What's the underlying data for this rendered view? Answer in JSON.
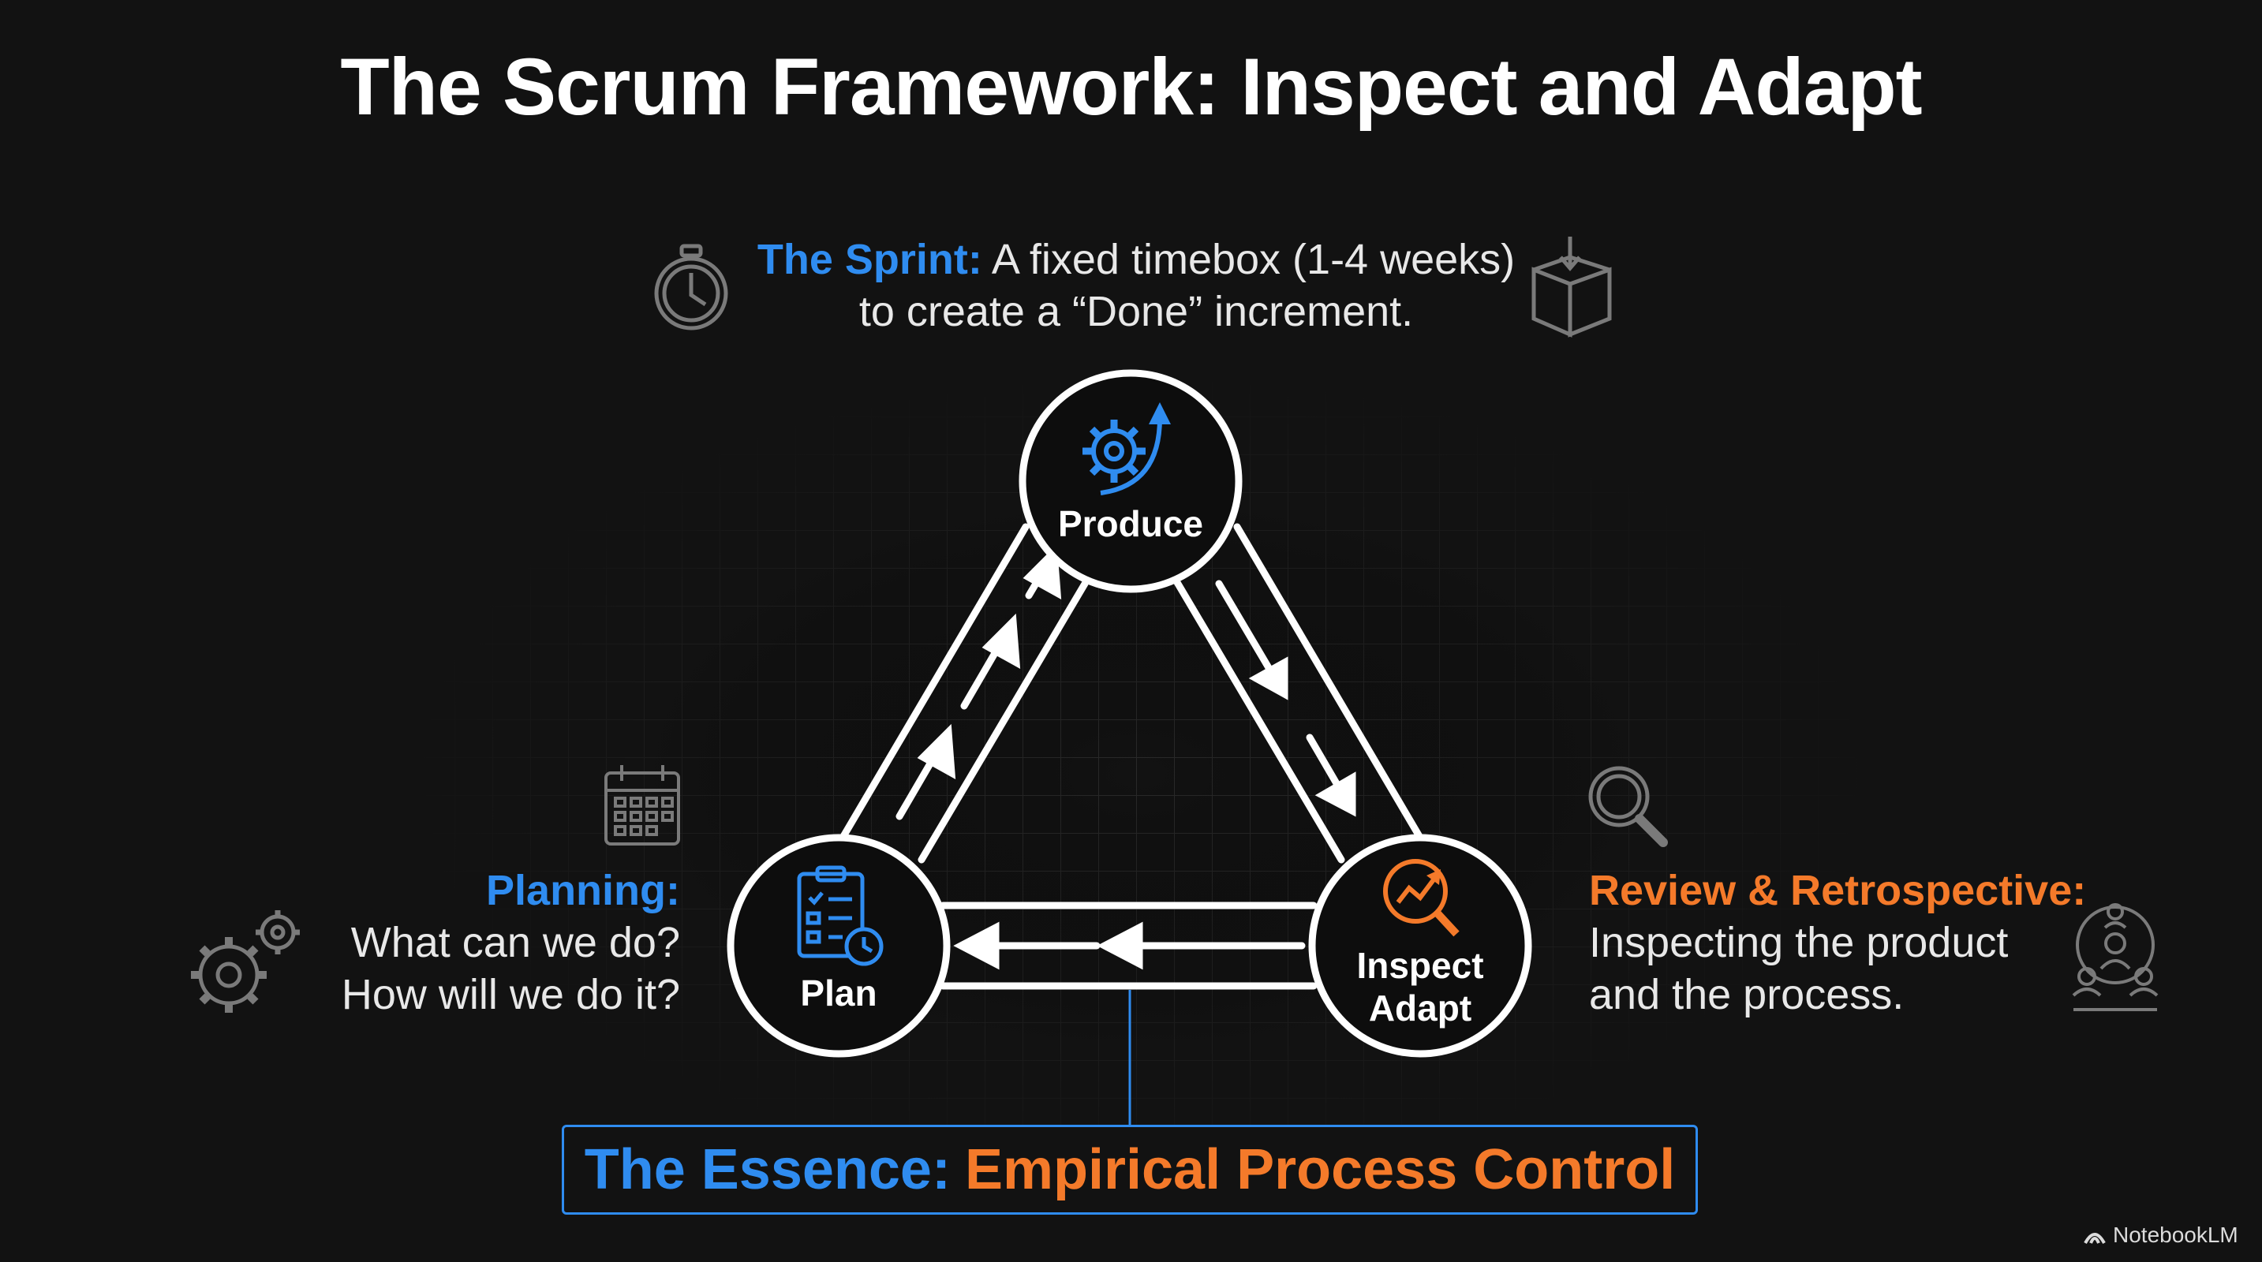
{
  "title": "The Scrum Framework: Inspect and Adapt",
  "sprint": {
    "label": "The Sprint:",
    "text": "A fixed timebox (1-4 weeks) to create a “Done” increment."
  },
  "nodes": {
    "produce": "Produce",
    "plan": "Plan",
    "inspect": "Inspect",
    "adapt": "Adapt"
  },
  "planning": {
    "label": "Planning:",
    "line1": "What can we do?",
    "line2": "How will we do it?"
  },
  "review": {
    "label": "Review & Retrospective:",
    "line1": "Inspecting the product",
    "line2": "and the process."
  },
  "essence": {
    "label": "The Essence:",
    "value": "Empirical Process Control"
  },
  "brand": "NotebookLM",
  "icons": {
    "produce": "gear-arrow-icon",
    "plan": "clipboard-clock-icon",
    "inspect": "magnifier-chart-icon",
    "sprint_left": "stopwatch-icon",
    "sprint_right": "box-icon",
    "planning_calendar": "calendar-icon",
    "planning_gears": "gears-icon",
    "review_search": "search-icon",
    "review_team": "team-icon"
  },
  "colors": {
    "background": "#121212",
    "accent_blue": "#2f8cf0",
    "accent_orange": "#f47a2a",
    "text": "#ffffff"
  }
}
